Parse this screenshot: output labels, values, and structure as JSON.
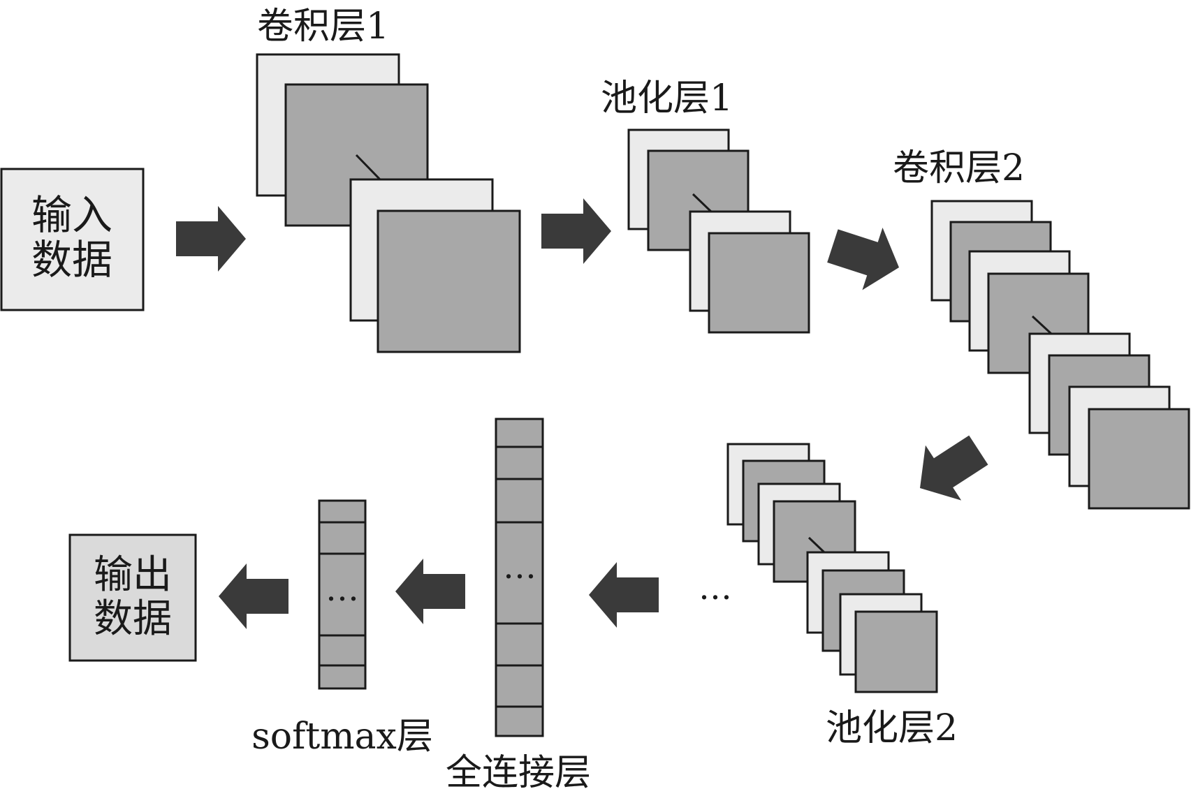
{
  "labels": {
    "input_line1": "输入",
    "input_line2": "数据",
    "conv1": "卷积层1",
    "pool1": "池化层1",
    "conv2": "卷积层2",
    "pool2": "池化层2",
    "ellipsis": "…",
    "fc": "全连接层",
    "fc_dots": "…",
    "softmax": "softmax层",
    "softmax_dots": "…",
    "output_line1": "输出",
    "output_line2": "数据"
  },
  "colors": {
    "light_fill": "#ebebeb",
    "dark_fill": "#a8a8a8",
    "arrow": "#3a3a3a",
    "stroke": "#1a1a1a"
  }
}
